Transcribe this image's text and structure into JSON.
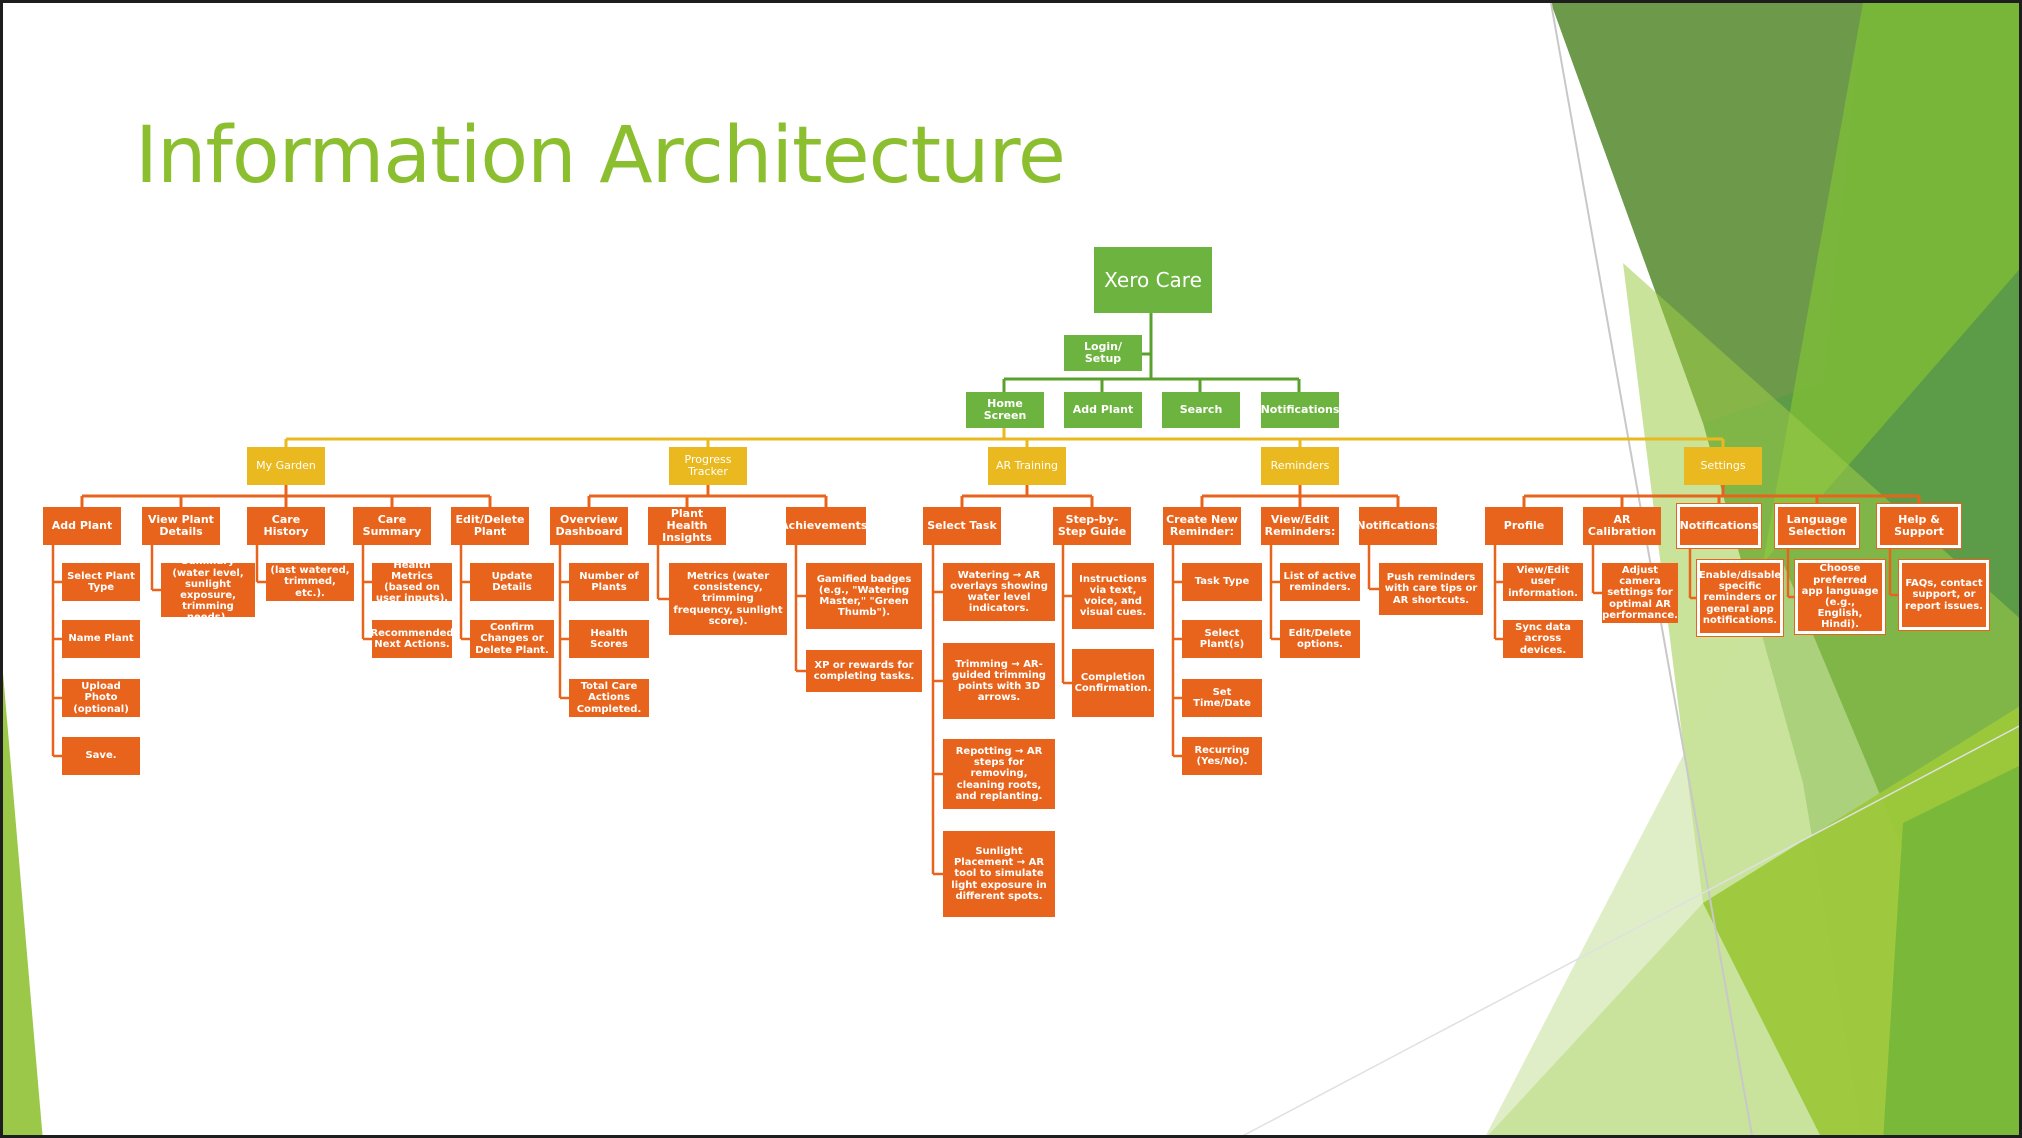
{
  "slide": {
    "title": "Information Architecture",
    "accent_color": "#8cbf2f"
  },
  "colors": {
    "level0": "#6db33f",
    "level1": "#6db33f",
    "level2": "#e9b91f",
    "level3": "#e8641c",
    "level4": "#e8641c",
    "connector_green": "#5aa02c",
    "connector_yellow": "#e9b91f",
    "connector_orange": "#e8641c"
  },
  "tree": {
    "root": "Xero Care",
    "login": "Login/ Setup",
    "top_nav": [
      "Home Screen",
      "Add Plant",
      "Search",
      "Notifications"
    ],
    "sections": [
      {
        "label": "My Garden",
        "children": [
          {
            "label": "Add Plant",
            "items": [
              "Select Plant Type",
              "Name Plant",
              "Upload Photo (optional)",
              "Save."
            ]
          },
          {
            "label": "View Plant Details",
            "items": [
              "Summary (water level, sunlight exposure, trimming needs)."
            ]
          },
          {
            "label": "Care History",
            "items": [
              "(last watered, trimmed, etc.)."
            ]
          },
          {
            "label": "Care Summary",
            "items": [
              "Health Metrics (based on user inputs).",
              "Recommended Next Actions."
            ]
          },
          {
            "label": "Edit/Delete Plant",
            "items": [
              "Update Details",
              "Confirm Changes or Delete Plant."
            ]
          }
        ]
      },
      {
        "label": "Progress Tracker",
        "children": [
          {
            "label": "Overview Dashboard",
            "items": [
              "Number of Plants",
              "Health Scores",
              "Total Care Actions Completed."
            ]
          },
          {
            "label": "Plant Health Insights",
            "items": [
              "Metrics (water consistency, trimming frequency, sunlight score)."
            ]
          },
          {
            "label": "Achievements:",
            "items": [
              "Gamified badges (e.g., \"Watering Master,\" \"Green Thumb\").",
              "XP or rewards for completing tasks."
            ]
          }
        ]
      },
      {
        "label": "AR Training",
        "children": [
          {
            "label": "Select Task",
            "items": [
              "Watering → AR overlays showing water level indicators.",
              "Trimming → AR-guided trimming points with 3D arrows.",
              "Repotting → AR steps for removing, cleaning roots, and replanting.",
              "Sunlight Placement → AR tool to simulate light exposure in different spots."
            ]
          },
          {
            "label": "Step-by-Step Guide",
            "items": [
              "Instructions via text, voice, and visual cues.",
              "Completion Confirmation."
            ]
          }
        ]
      },
      {
        "label": "Reminders",
        "children": [
          {
            "label": "Create New Reminder:",
            "items": [
              "Task Type",
              "Select Plant(s)",
              "Set Time/Date",
              "Recurring (Yes/No)."
            ]
          },
          {
            "label": "View/Edit Reminders:",
            "items": [
              "List of active reminders.",
              "Edit/Delete options."
            ]
          },
          {
            "label": "Notifications:",
            "items": [
              "Push reminders with care tips or AR shortcuts."
            ]
          }
        ]
      },
      {
        "label": "Settings",
        "children": [
          {
            "label": "Profile",
            "items": [
              "View/Edit user information.",
              "Sync data across devices."
            ]
          },
          {
            "label": "AR Calibration",
            "items": [
              "Adjust camera settings for optimal AR performance."
            ]
          },
          {
            "label": "Notifications",
            "items": [
              "Enable/disable specific reminders or general app notifications."
            ]
          },
          {
            "label": "Language Selection",
            "items": [
              "Choose preferred app language (e.g., English, Hindi)."
            ]
          },
          {
            "label": "Help & Support",
            "items": [
              "FAQs, contact support, or report issues."
            ]
          }
        ]
      }
    ]
  }
}
